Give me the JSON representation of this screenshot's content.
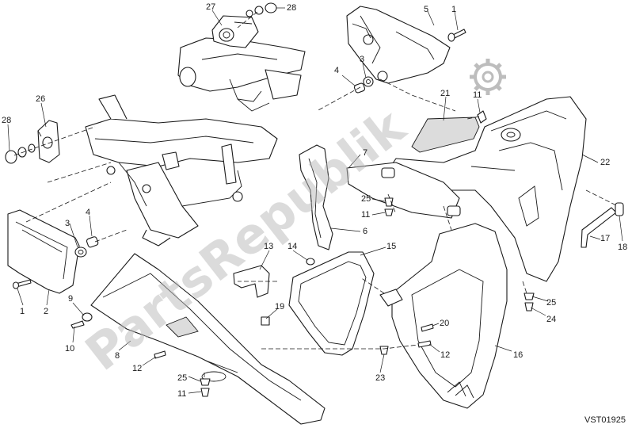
{
  "diagram": {
    "watermark": "PartsRepublik",
    "drawing_code": "VST01925",
    "callouts": [
      {
        "id": "c27",
        "label": "27"
      },
      {
        "id": "c28a",
        "label": "28"
      },
      {
        "id": "c5",
        "label": "5"
      },
      {
        "id": "c1a",
        "label": "1"
      },
      {
        "id": "c4a",
        "label": "4"
      },
      {
        "id": "c3a",
        "label": "3"
      },
      {
        "id": "c21",
        "label": "21"
      },
      {
        "id": "c11a",
        "label": "11"
      },
      {
        "id": "c26",
        "label": "26"
      },
      {
        "id": "c28b",
        "label": "28"
      },
      {
        "id": "c7",
        "label": "7"
      },
      {
        "id": "c22",
        "label": "22"
      },
      {
        "id": "c25a",
        "label": "25"
      },
      {
        "id": "c11b",
        "label": "11"
      },
      {
        "id": "c3b",
        "label": "3"
      },
      {
        "id": "c4b",
        "label": "4"
      },
      {
        "id": "c6",
        "label": "6"
      },
      {
        "id": "c17",
        "label": "17"
      },
      {
        "id": "c18",
        "label": "18"
      },
      {
        "id": "c13",
        "label": "13"
      },
      {
        "id": "c14",
        "label": "14"
      },
      {
        "id": "c15",
        "label": "15"
      },
      {
        "id": "c1b",
        "label": "1"
      },
      {
        "id": "c2",
        "label": "2"
      },
      {
        "id": "c9",
        "label": "9"
      },
      {
        "id": "c10",
        "label": "10"
      },
      {
        "id": "c19",
        "label": "19"
      },
      {
        "id": "c25b",
        "label": "25"
      },
      {
        "id": "c24",
        "label": "24"
      },
      {
        "id": "c20",
        "label": "20"
      },
      {
        "id": "c8",
        "label": "8"
      },
      {
        "id": "c12a",
        "label": "12"
      },
      {
        "id": "c12b",
        "label": "12"
      },
      {
        "id": "c16",
        "label": "16"
      },
      {
        "id": "c23",
        "label": "23"
      },
      {
        "id": "c25c",
        "label": "25"
      },
      {
        "id": "c11c",
        "label": "11"
      }
    ]
  }
}
